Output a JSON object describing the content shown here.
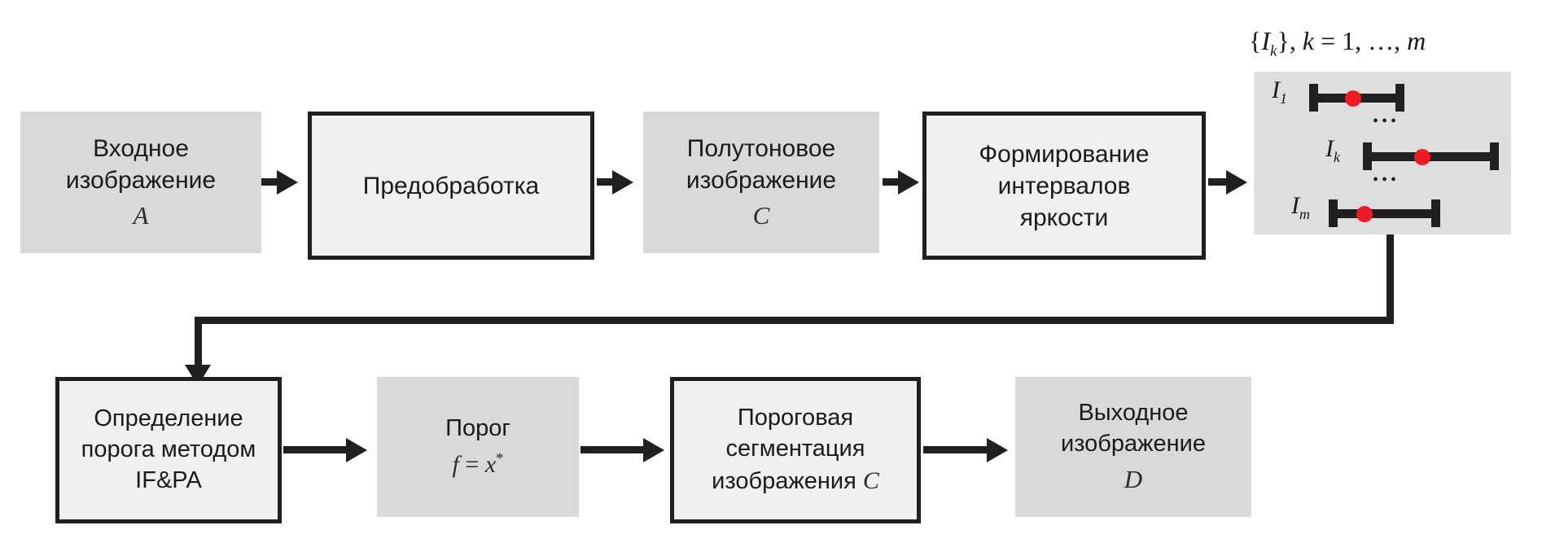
{
  "diagram": {
    "title": "Image thresholding segmentation pipeline (IF&PA)",
    "colors": {
      "gray_fill": "#d8d9da",
      "framed_fill": "#f0f0f0",
      "stroke": "#211f20",
      "panel_fill": "#dddede",
      "dot_red": "#ee1b24"
    },
    "top_row": [
      {
        "id": "input-image",
        "style": "gray",
        "lines": [
          "Входное",
          "изображение"
        ],
        "symbol": "A"
      },
      {
        "id": "preprocessing",
        "style": "framed",
        "lines": [
          "Предобработка"
        ],
        "symbol": ""
      },
      {
        "id": "halftone-image",
        "style": "gray",
        "lines": [
          "Полутоновое",
          "изображение"
        ],
        "symbol": "C"
      },
      {
        "id": "brightness-intervals",
        "style": "framed",
        "lines": [
          "Формирование",
          "интервалов",
          "яркости"
        ],
        "symbol": ""
      }
    ],
    "bottom_row": [
      {
        "id": "threshold-determination",
        "style": "framed",
        "lines": [
          "Определение",
          "порога методом",
          "IF&PA"
        ],
        "symbol": ""
      },
      {
        "id": "threshold-value",
        "style": "gray",
        "lines": [
          "Порог"
        ],
        "formula_f": "f",
        "formula_eq": " = ",
        "formula_x": "x",
        "formula_star": "*"
      },
      {
        "id": "threshold-segmentation",
        "style": "framed",
        "lines": [
          "Пороговая",
          "сегментация"
        ],
        "last_line_text": "изображения ",
        "last_line_symbol": "C"
      },
      {
        "id": "output-image",
        "style": "gray",
        "lines": [
          "Выходное",
          "изображение"
        ],
        "symbol": "D"
      }
    ],
    "interval_panel": {
      "title_parts": {
        "open_brace": "{",
        "I": "I",
        "k_sub": "k",
        "close_brace": "}",
        "comma": ", ",
        "k": "k",
        "eq": " = ",
        "one": "1, …, ",
        "m": "m"
      },
      "title_plain": "{I_k}, k = 1, …, m",
      "rows": [
        {
          "label_I": "I",
          "label_sub": "1"
        },
        {
          "label_I": "I",
          "label_sub": "k"
        },
        {
          "label_I": "I",
          "label_sub": "m"
        }
      ],
      "ellipsis": "•••",
      "ellipsis_count": 2
    },
    "arrows": {
      "top_flow_count": 4,
      "bottom_flow_count": 3,
      "elbow_label": ""
    }
  }
}
